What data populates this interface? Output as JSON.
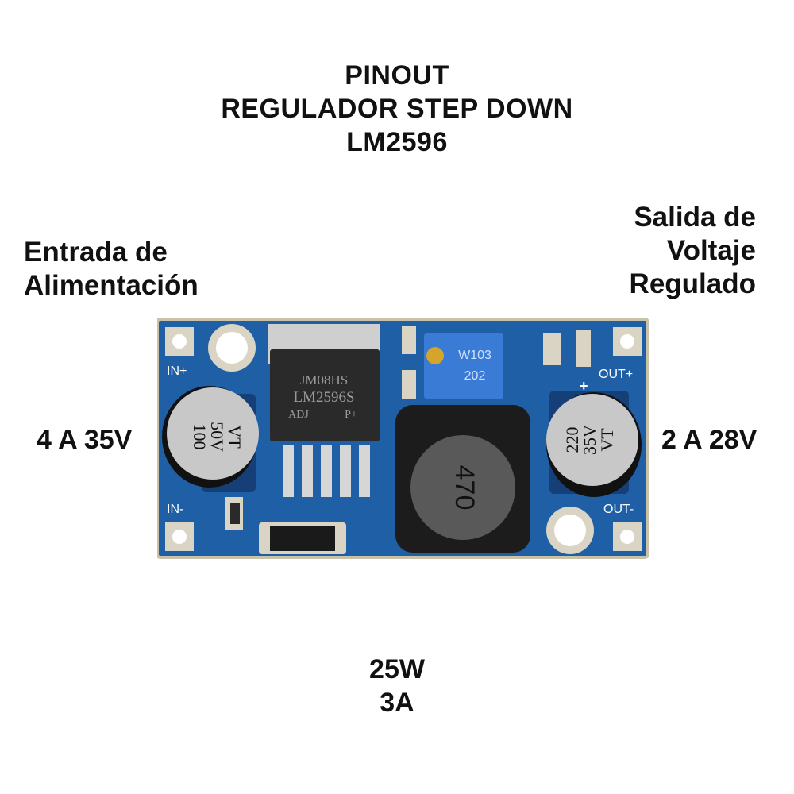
{
  "title": {
    "line1": "PINOUT",
    "line2": "REGULADOR STEP DOWN",
    "line3": "LM2596"
  },
  "input_label": {
    "line1": "Entrada de",
    "line2": "Alimentación"
  },
  "output_label": {
    "line1": "Salida de",
    "line2": "Voltaje",
    "line3": "Regulado"
  },
  "input_spec": "4 A 35V",
  "output_spec": "2 A 28V",
  "bottom": {
    "line1": "25W",
    "line2": "3A"
  },
  "board": {
    "pin_in_plus": "IN+",
    "pin_in_minus": "IN-",
    "pin_out_plus": "OUT+",
    "pin_out_minus": "OUT-",
    "ic_line1": "JM08HS",
    "ic_line2": "LM2596S",
    "ic_line3": "ADJ",
    "ic_line4": "P+",
    "cap_in_line1": "100",
    "cap_in_line2": "50V",
    "cap_in_line3": "VT",
    "cap_out_line1": "220",
    "cap_out_line2": "35V",
    "cap_out_line3": "VT",
    "inductor_label": "470",
    "pot_line1": "W103",
    "pot_line2": "202",
    "plus_mark": "+",
    "colors": {
      "pcb": "#1f5fa6",
      "pcb_dark": "#163f78",
      "pad": "#d9d4c4",
      "pot": "#3a7bd5"
    }
  }
}
